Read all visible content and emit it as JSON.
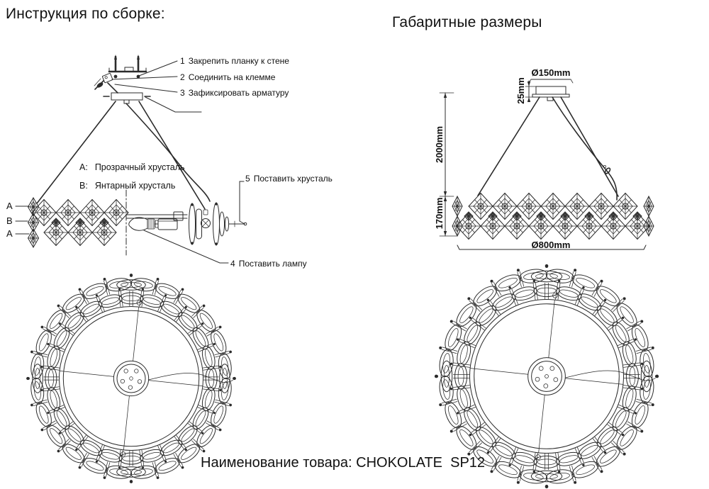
{
  "page": {
    "left_title": "Инструкция по сборке:",
    "right_title": "Габаритные размеры",
    "product_label": "Наименование товара: CHOKOLATE  SP12"
  },
  "assembly": {
    "steps": [
      {
        "num": "1",
        "text": "Закрепить планку к стене"
      },
      {
        "num": "2",
        "text": "Соединить на клемме"
      },
      {
        "num": "3",
        "text": "Зафиксировать арматуру"
      },
      {
        "num": "4",
        "text": "Поставить лампу"
      },
      {
        "num": "5",
        "text": "Поставить хрусталь"
      }
    ],
    "legend": [
      {
        "key": "A:",
        "text": "Прозрачный хрусталь"
      },
      {
        "key": "B:",
        "text": "Янтарный хрусталь"
      }
    ],
    "row_labels": [
      "A",
      "B",
      "A"
    ]
  },
  "dimensions": {
    "canopy_diameter": "Ø150mm",
    "canopy_height": "25mm",
    "drop_height": "2000mm",
    "band_height": "170mm",
    "ring_diameter": "Ø800mm"
  },
  "colors": {
    "line": "#2b2b2b",
    "text": "#111111",
    "background": "#ffffff"
  }
}
